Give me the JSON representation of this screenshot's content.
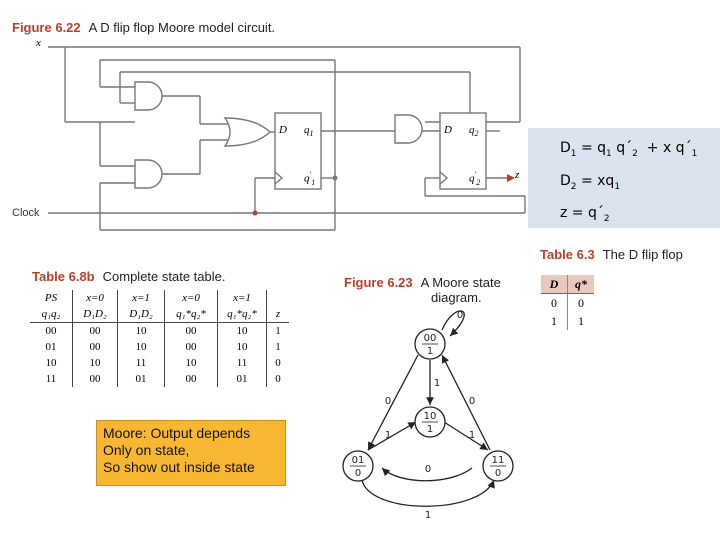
{
  "fig622": {
    "number": "Figure 6.22",
    "caption": "A D flip flop Moore model circuit."
  },
  "circuit": {
    "x_label": "x",
    "clock_label": "Clock",
    "z_label": "z",
    "ff1": {
      "d": "D",
      "q": "q",
      "q_sub": "1",
      "qn": "q",
      "qn_sub": "1",
      "qn_mark": "′"
    },
    "ff2": {
      "d": "D",
      "q": "q",
      "q_sub": "2",
      "qn": "q",
      "qn_sub": "2",
      "qn_mark": "′"
    }
  },
  "equations": {
    "d1": {
      "lhs": "D",
      "lhs_sub": "1",
      "rhs": " = q",
      "s1": "1",
      "p2": " q´",
      "s2": "2",
      "p3": "  + x q´",
      "s3": "1"
    },
    "d2": {
      "lhs": "D",
      "lhs_sub": "2",
      "rhs": " = xq",
      "s1": "1"
    },
    "z": {
      "lhs": "z = q´",
      "s1": "2"
    }
  },
  "table68b": {
    "number": "Table 6.8b",
    "caption": "Complete state table.",
    "header1": [
      "PS",
      "x=0",
      "x=1",
      "x=0",
      "x=1",
      ""
    ],
    "header2": [
      "q₁q₂",
      "D₁D₂",
      "D₁D₂",
      "q₁*q₂*",
      "q₁*q₂*",
      "z"
    ],
    "rows": [
      [
        "00",
        "00",
        "10",
        "00",
        "10",
        "1"
      ],
      [
        "01",
        "00",
        "10",
        "00",
        "10",
        "1"
      ],
      [
        "10",
        "10",
        "11",
        "10",
        "11",
        "0"
      ],
      [
        "11",
        "00",
        "01",
        "00",
        "01",
        "0"
      ]
    ]
  },
  "note": {
    "line1": "Moore: Output depends",
    "line2": "Only on state,",
    "line3": "So show out inside state"
  },
  "fig623": {
    "number": "Figure 6.23",
    "caption_l1": "A Moore state",
    "caption_l2": "diagram."
  },
  "state_diagram": {
    "states": [
      {
        "code": "00",
        "out": "1"
      },
      {
        "code": "10",
        "out": "1"
      },
      {
        "code": "01",
        "out": "0"
      },
      {
        "code": "11",
        "out": "0"
      }
    ],
    "edge_labels": {
      "self00": "0",
      "a": "1",
      "b": "0",
      "c": "0",
      "d": "1",
      "e": "1",
      "f": "0",
      "g": "1"
    }
  },
  "table63": {
    "number": "Table 6.3",
    "caption": "The D flip flop",
    "header": [
      "D",
      "q*"
    ],
    "rows": [
      [
        "0",
        "0"
      ],
      [
        "1",
        "1"
      ]
    ]
  },
  "colors": {
    "accent": "#b5412b",
    "eqbox": "#dbe3ef",
    "note": "#f7b733",
    "wire": "#777777"
  }
}
